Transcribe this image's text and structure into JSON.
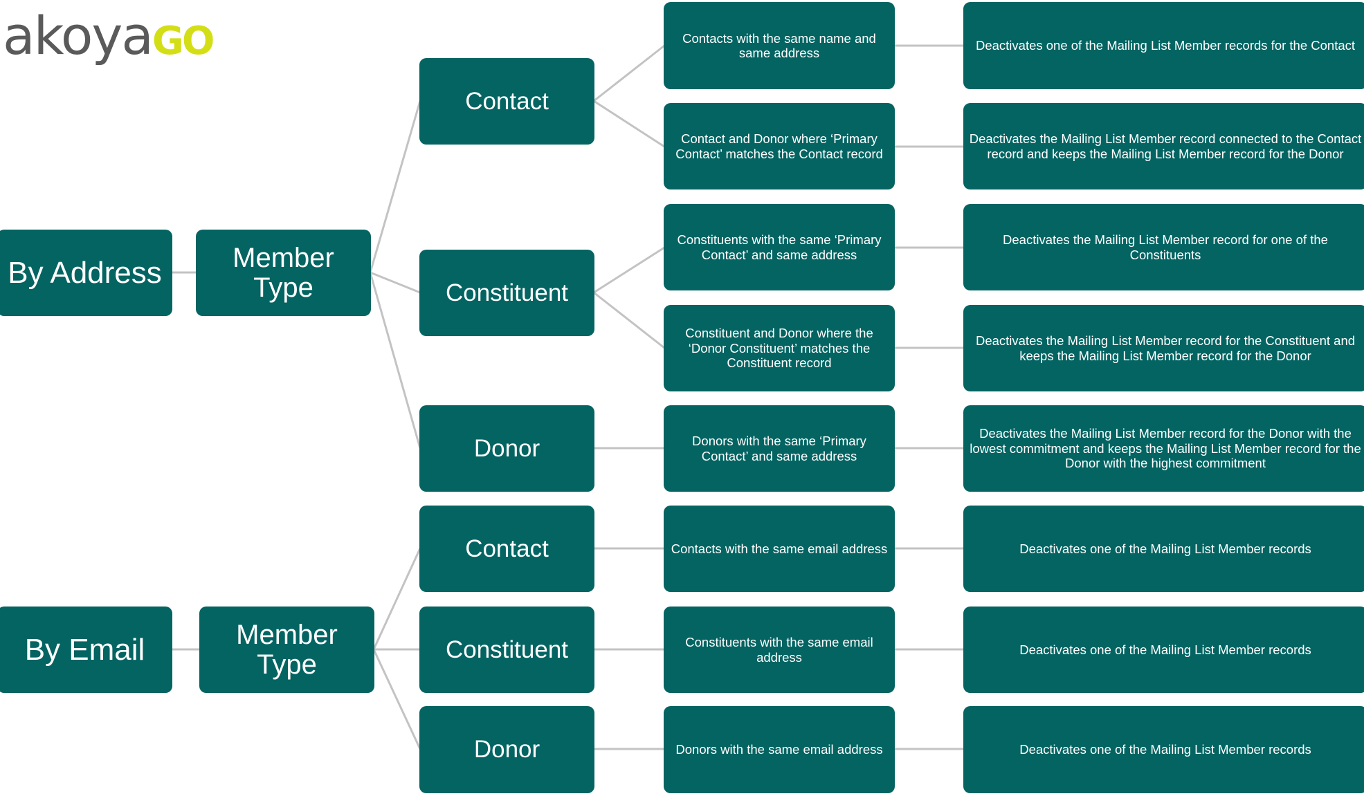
{
  "logo": {
    "text_main": "akoya",
    "text_accent": "GO"
  },
  "colors": {
    "box_fill": "#036462",
    "box_text": "#ffffff",
    "connector": "#c3c3c3",
    "logo_gray": "#5a5a5a",
    "logo_accent": "#d4de16"
  },
  "address": {
    "root": "By Address",
    "member_type": "Member Type",
    "contact": {
      "label": "Contact",
      "criteria": [
        "Contacts with the same name and same address",
        "Contact and Donor where ‘Primary Contact’ matches the Contact record"
      ],
      "actions": [
        "Deactivates one of the Mailing List Member records for the Contact",
        "Deactivates the Mailing List Member record connected to the Contact record and keeps the Mailing List Member record for the Donor"
      ]
    },
    "constituent": {
      "label": "Constituent",
      "criteria": [
        "Constituents with the same ‘Primary Contact’ and same address",
        "Constituent and Donor where the ‘Donor Constituent’ matches the Constituent record"
      ],
      "actions": [
        "Deactivates the Mailing List Member record for one of the Constituents",
        "Deactivates the Mailing List Member record for the Constituent and keeps the Mailing List Member record for the Donor"
      ]
    },
    "donor": {
      "label": "Donor",
      "criteria": [
        "Donors with the same ‘Primary Contact’ and same address"
      ],
      "actions": [
        "Deactivates the Mailing List Member record for the Donor with the lowest commitment and keeps the Mailing List Member record for the Donor with the highest commitment"
      ]
    }
  },
  "email": {
    "root": "By Email",
    "member_type": "Member Type",
    "contact": {
      "label": "Contact",
      "criteria": [
        "Contacts with the same email address"
      ],
      "actions": [
        "Deactivates one of the Mailing List Member records"
      ]
    },
    "constituent": {
      "label": "Constituent",
      "criteria": [
        "Constituents with the same email address"
      ],
      "actions": [
        "Deactivates one of the Mailing List Member records"
      ]
    },
    "donor": {
      "label": "Donor",
      "criteria": [
        "Donors with the same email address"
      ],
      "actions": [
        "Deactivates one of the Mailing List Member records"
      ]
    }
  }
}
